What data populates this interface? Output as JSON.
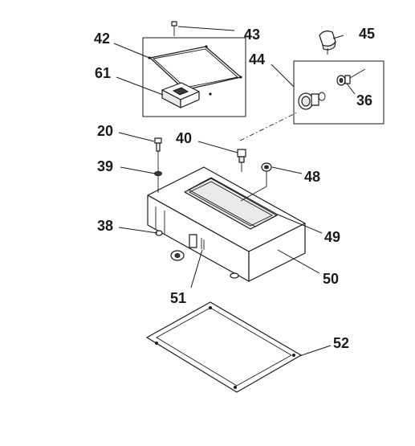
{
  "callouts": {
    "c20": "20",
    "c36": "36",
    "c38": "38",
    "c39": "39",
    "c40": "40",
    "c42": "42",
    "c43": "43",
    "c44": "44",
    "c45": "45",
    "c48": "48",
    "c49": "49",
    "c50": "50",
    "c51": "51",
    "c52": "52",
    "c61": "61"
  },
  "colors": {
    "line": "#1a1a1a",
    "background": "#ffffff",
    "shade": "#e9e9e9"
  }
}
